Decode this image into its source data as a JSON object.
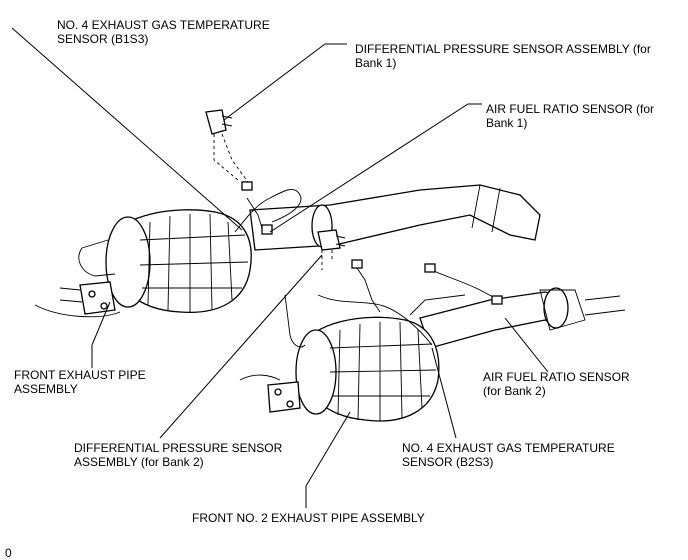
{
  "labels": {
    "egt_b1s3": "NO. 4 EXHAUST GAS TEMPERATURE\nSENSOR (B1S3)",
    "dp_bank1": "DIFFERENTIAL PRESSURE SENSOR ASSEMBLY (for\nBank 1)",
    "afr_bank1": "AIR FUEL RATIO SENSOR (for\nBank 1)",
    "front_pipe": "FRONT EXHAUST PIPE\nASSEMBLY",
    "afr_bank2": "AIR FUEL RATIO SENSOR\n(for Bank 2)",
    "dp_bank2": "DIFFERENTIAL PRESSURE SENSOR\nASSEMBLY (for Bank 2)",
    "egt_b2s3": "NO. 4 EXHAUST GAS TEMPERATURE\nSENSOR (B2S3)",
    "front_no2_pipe": "FRONT NO. 2 EXHAUST PIPE ASSEMBLY",
    "figure_id": "0"
  }
}
